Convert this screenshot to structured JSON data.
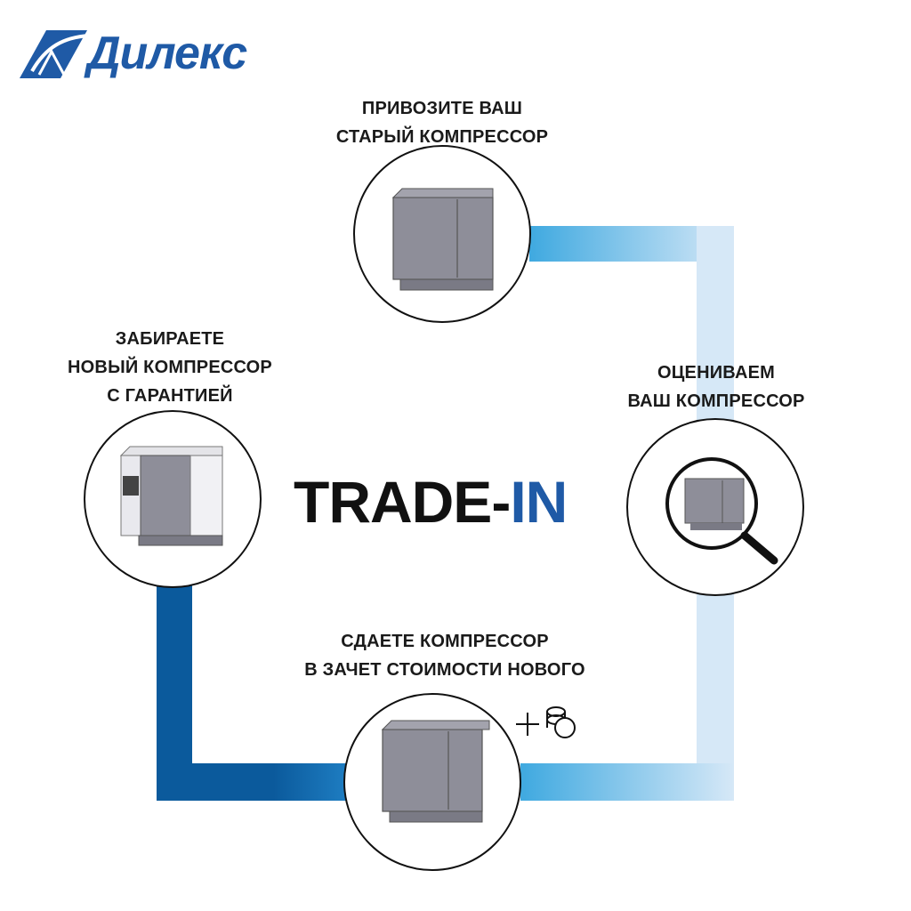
{
  "brand": {
    "name": "Дилекс",
    "color": "#1f5aa6"
  },
  "title": {
    "main": "TRADE-",
    "accent": "IN",
    "accent_color": "#1f5aa6"
  },
  "steps": [
    {
      "icon": "old-compressor-icon",
      "line1": "ПРИВОЗИТЕ ВАШ",
      "line2": "СТАРЫЙ КОМПРЕССОР"
    },
    {
      "icon": "magnifier-compressor-icon",
      "line1": "ОЦЕНИВАЕМ",
      "line2": "ВАШ КОМПРЕССОР"
    },
    {
      "icon": "compressor-coins-icon",
      "line1": "СДАЕТЕ КОМПРЕССОР",
      "line2": "В ЗАЧЕТ СТОИМОСТИ НОВОГО"
    },
    {
      "icon": "new-compressor-icon",
      "line1": "ЗАБИРАЕТЕ",
      "line2": "НОВЫЙ КОМПРЕССОР",
      "line3": "С ГАРАНТИЕЙ"
    }
  ],
  "colors": {
    "loop_light": "#d6e8f7",
    "loop_mid": "#3fa9e0",
    "loop_dark": "#0b5a9c",
    "compressor": "#8e8e99"
  }
}
